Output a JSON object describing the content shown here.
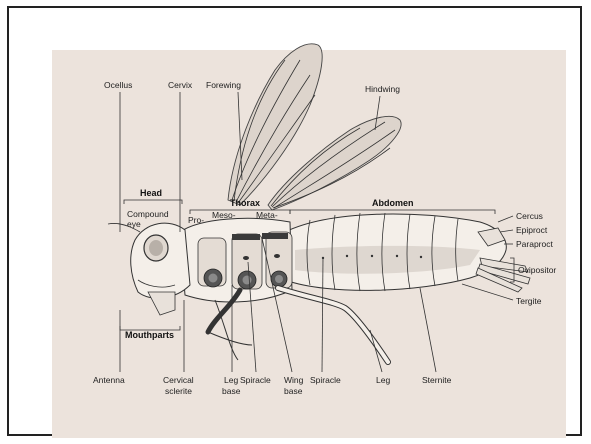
{
  "figure": {
    "labels": {
      "ocellus": "Ocellus",
      "cervix": "Cervix",
      "forewing": "Forewing",
      "hindwing": "Hindwing",
      "head": "Head",
      "compound_eye_1": "Compound",
      "compound_eye_2": "eye",
      "thorax": "Thorax",
      "abdomen": "Abdomen",
      "pro": "Pro-",
      "meso": "Meso-",
      "meta": "Meta-",
      "cercus": "Cercus",
      "epiproct": "Epiproct",
      "paraproct": "Paraproct",
      "ovipositor": "Ovipositor",
      "tergite": "Tergite",
      "mouthparts": "Mouthparts",
      "antenna": "Antenna",
      "cervical_1": "Cervical",
      "cervical_2": "sclerite",
      "leg_base_1": "Leg",
      "leg_base_2": "base",
      "spiracle_1": "Spiracle",
      "wing_base_1": "Wing",
      "wing_base_2": "base",
      "spiracle_2": "Spiracle",
      "leg": "Leg",
      "sternite": "Sternite"
    },
    "colors": {
      "plate": "#ece3dc",
      "body": "#f4efe9",
      "shade": "#cfc6c0",
      "dark": "#3a3a3a"
    }
  }
}
